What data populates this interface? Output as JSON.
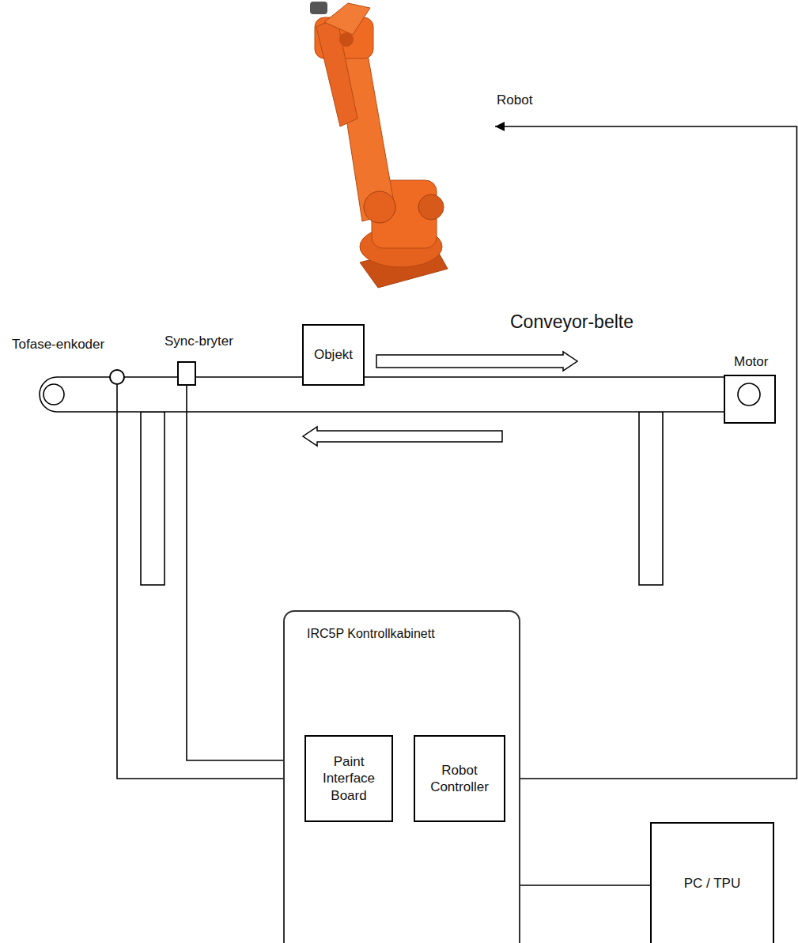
{
  "diagram": {
    "nodes": [
      {
        "text": [
          "Tofase-enkoder"
        ]
      },
      {
        "text": [
          "Sync-bryter"
        ]
      },
      {
        "text": [
          "Objekt"
        ]
      },
      {
        "text": [
          "Motor"
        ]
      },
      {
        "text": [
          "IRC5P Kontrollkabinett"
        ]
      },
      {
        "text": [
          "Paint Interface Board"
        ],
        "in": 4
      },
      {
        "text": [
          "Robot Controller"
        ],
        "in": 4
      },
      {
        "text": [
          "PC / TPU"
        ]
      }
    ],
    "edges": [
      {
        "from": 0,
        "to": 5,
        "arrow": "to"
      },
      {
        "from": 1,
        "to": 5,
        "arrow": "to"
      },
      {
        "from": 5,
        "to": 6,
        "arrow": "to"
      },
      {
        "from": 7,
        "to": 6,
        "arrow": "to"
      }
    ],
    "labels": [
      "Robot",
      "Conveyor-belte"
    ]
  }
}
